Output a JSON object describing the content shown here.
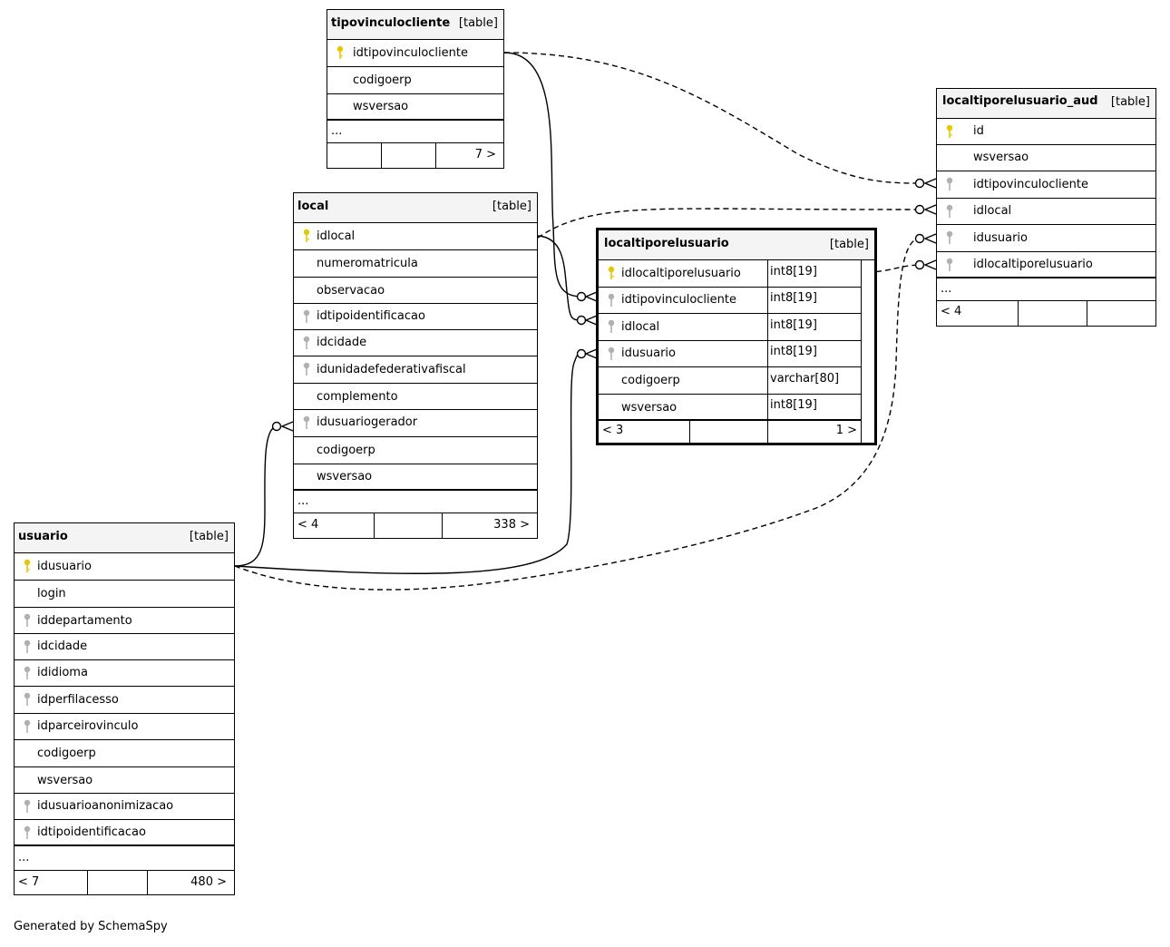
{
  "footer": "Generated by SchemaSpy",
  "tables": {
    "tipovinculocliente": {
      "name": "tipovinculocliente",
      "tag": "[table]",
      "columns": [
        "idtipovinculocliente",
        "codigoerp",
        "wsversao"
      ],
      "more": "...",
      "foot_left": "",
      "foot_right": "7 >"
    },
    "local": {
      "name": "local",
      "tag": "[table]",
      "columns": [
        "idlocal",
        "numeromatricula",
        "observacao",
        "idtipoidentificacao",
        "idcidade",
        "idunidadefederativafiscal",
        "complemento",
        "idusuariogerador",
        "codigoerp",
        "wsversao"
      ],
      "more": "...",
      "foot_left": "< 4",
      "foot_right": "338 >"
    },
    "usuario": {
      "name": "usuario",
      "tag": "[table]",
      "columns": [
        "idusuario",
        "login",
        "iddepartamento",
        "idcidade",
        "ididioma",
        "idperfilacesso",
        "idparceirovinculo",
        "codigoerp",
        "wsversao",
        "idusuarioanonimizacao",
        "idtipoidentificacao"
      ],
      "more": "...",
      "foot_left": "< 7",
      "foot_right": "480 >"
    },
    "localtiporelusuario": {
      "name": "localtiporelusuario",
      "tag": "[table]",
      "columns": [
        "idlocaltiporelusuario",
        "idtipovinculocliente",
        "idlocal",
        "idusuario",
        "codigoerp",
        "wsversao"
      ],
      "types": [
        "int8[19]",
        "int8[19]",
        "int8[19]",
        "int8[19]",
        "varchar[80]",
        "int8[19]"
      ],
      "foot_left": "< 3",
      "foot_right": "1 >"
    },
    "localtiporelusuario_aud": {
      "name": "localtiporelusuario_aud",
      "tag": "[table]",
      "columns": [
        "id",
        "wsversao",
        "idtipovinculocliente",
        "idlocal",
        "idusuario",
        "idlocaltiporelusuario"
      ],
      "more": "...",
      "foot_left": "< 4",
      "foot_right": ""
    }
  },
  "colors": {
    "primary_key": "#e6c800",
    "foreign_key": "#b0b0b0",
    "header_bg": "#f4f4f4"
  }
}
